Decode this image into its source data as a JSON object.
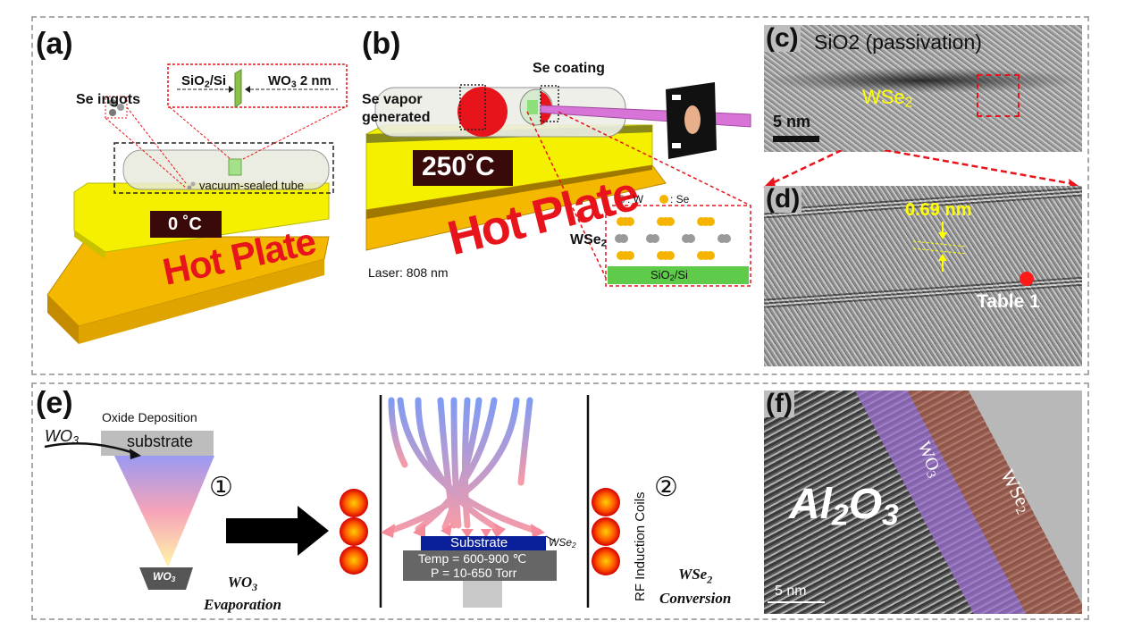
{
  "figure": {
    "panels": {
      "a": {
        "label": "(a)",
        "se_ingots": "Se ingots",
        "inset_left": "SiO",
        "inset_left_sub": "2",
        "inset_left_tail": "/Si",
        "inset_right": "WO",
        "inset_right_sub": "3",
        "inset_right_tail": " 2 nm",
        "tube_label": "vacuum-sealed tube",
        "temperature": "0 ˚C",
        "hot_plate": "Hot Plate"
      },
      "b": {
        "label": "(b)",
        "se_coating": "Se coating",
        "se_vapor_line1": "Se vapor",
        "se_vapor_line2": "generated",
        "temperature": "250˚C",
        "hot_plate": "Hot Plate",
        "legend_w": ": W",
        "legend_se": ": Se",
        "material": "WSe",
        "material_sub": "2",
        "substrate": "SiO",
        "substrate_sub": "2",
        "substrate_tail": "/Si",
        "laser": "Laser: 808 nm"
      },
      "c": {
        "label": "(c)",
        "top_text": "SiO2 (passivation)",
        "layer": "WSe",
        "layer_sub": "2",
        "scale": "5 nm"
      },
      "d": {
        "label": "(d)",
        "spacing": "0.69 nm",
        "marker_label": "Table 1"
      },
      "e": {
        "label": "(e)",
        "oxide_deposition": "Oxide Deposition",
        "substrate": "substrate",
        "wo3": "WO",
        "wo3_sub": "3",
        "crucible": "WO",
        "crucible_sub": "3",
        "step1": "①",
        "step1_title": "WO",
        "step1_title_sub": "3",
        "step1_title_line2": "Evaporation",
        "substrate2": "Substrate",
        "wse2": "WSe",
        "wse2_sub": "2",
        "temp": "Temp = 600-900 ℃",
        "pressure": "P = 10-650 Torr",
        "coils": "RF Induction Coils",
        "step2": "②",
        "step2_title": "WSe",
        "step2_title_sub": "2",
        "step2_title_line2": "Conversion"
      },
      "f": {
        "label": "(f)",
        "al2o3": "Al",
        "al2o3_sub1": "2",
        "al2o3_mid": "O",
        "al2o3_sub2": "3",
        "wo3": "WO",
        "wo3_sub": "3",
        "wse2": "WSe",
        "wse2_sub": "2",
        "scale": "5 nm"
      }
    },
    "colors": {
      "hot_plate_red": "#e8141c",
      "plate_yellow": "#f4f000",
      "plate_orange": "#f5b800",
      "annot_yellow": "#ffff00",
      "dashed_red": "#e8141c",
      "wo3_purple": "#9b6fd0",
      "wse2_brown": "#b0604e",
      "substrate_blue": "#0a1f9a"
    }
  }
}
